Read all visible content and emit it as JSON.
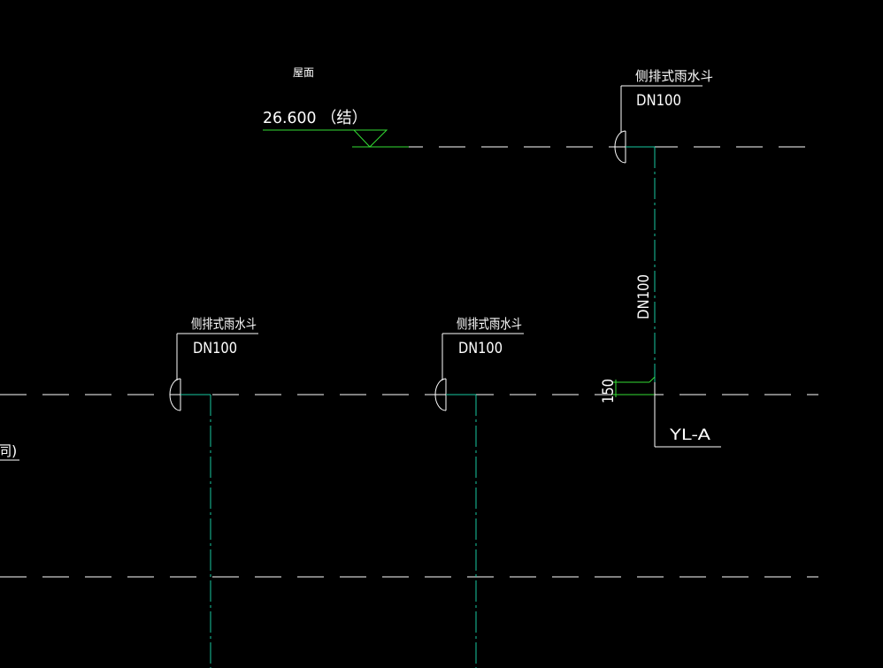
{
  "drawing": {
    "background_color": "#000000",
    "colors": {
      "text": "#ffffff",
      "leader": "#ffffff",
      "level_line": "#ffffff",
      "pipe": "#18c8a0",
      "elevation_mark": "#33dd33",
      "connector": "#33dd33"
    },
    "roof_label": "屋面",
    "elevation_label": "26.600 （结）",
    "upper_drain": {
      "label": "侧排式雨水斗",
      "size": "DN100"
    },
    "vertical_pipe_label": "DN100",
    "left_drain": {
      "label": "侧排式雨水斗",
      "size": "DN100"
    },
    "middle_drain": {
      "label": "侧排式雨水斗",
      "size": "DN100"
    },
    "offset_dimension": "150",
    "riser_label": "YL-A",
    "cut_off_text": "同)"
  }
}
